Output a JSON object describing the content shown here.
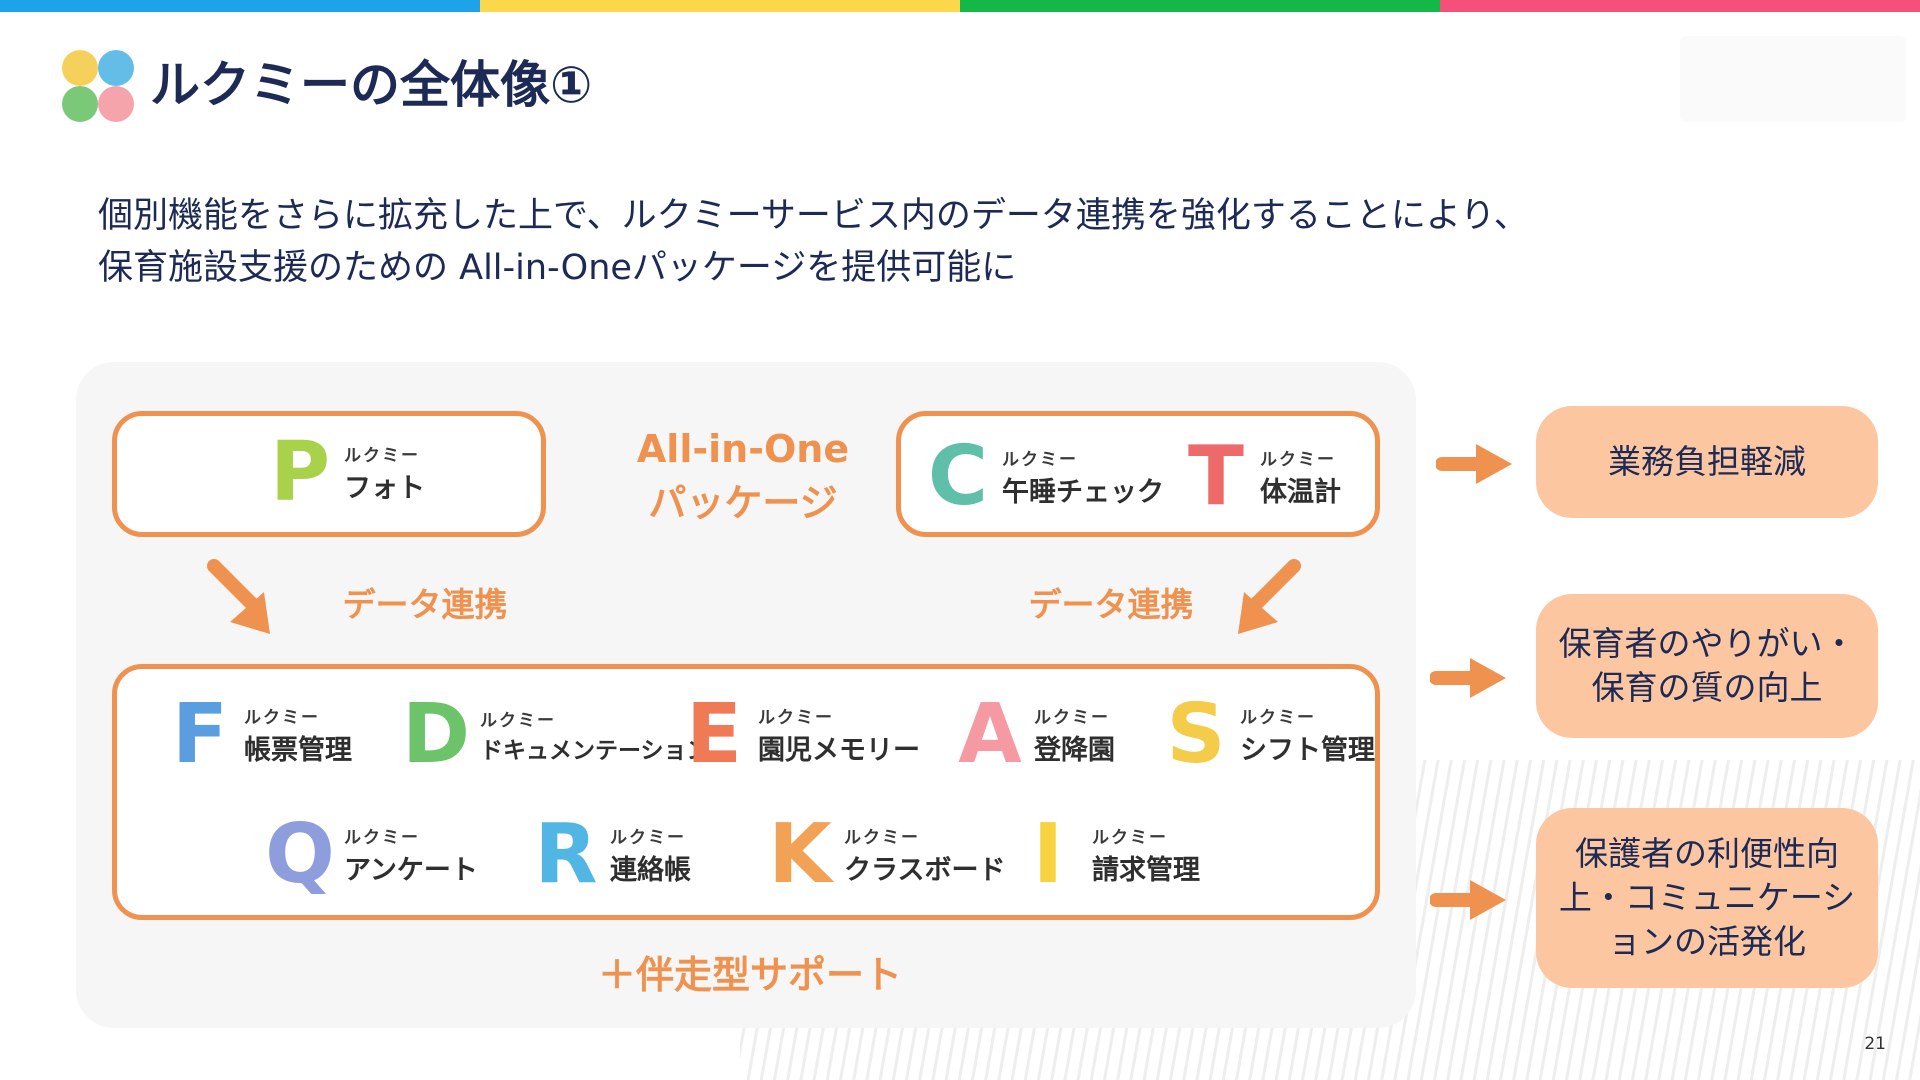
{
  "colors": {
    "stripe": [
      "#1fa3e8",
      "#fbd84a",
      "#13b847",
      "#f45079"
    ],
    "accent": "#f0924f",
    "result_box": "#fbc6a0",
    "navy": "#1c2a55"
  },
  "header": {
    "title": "ルクミーの全体像①"
  },
  "lead": {
    "line1": "個別機能をさらに拡充した上で、ルクミーサービス内のデータ連携を強化することにより、",
    "line2": "保育施設支援のための All-in-Oneパッケージを提供可能に"
  },
  "diagram": {
    "package_line1": "All-in-One",
    "package_line2": "パッケージ",
    "link_left": "データ連携",
    "link_right": "データ連携",
    "support": "＋伴走型サポート",
    "brand_small": "ルクミー",
    "top_left": [
      {
        "letter": "P",
        "name": "フォト",
        "color": "#a8d24a"
      }
    ],
    "top_right": [
      {
        "letter": "C",
        "name": "午睡チェック",
        "color": "#5fbfa8"
      },
      {
        "letter": "T",
        "name": "体温計",
        "color": "#ee6a6a"
      }
    ],
    "bottom_row1": [
      {
        "letter": "F",
        "name": "帳票管理",
        "color": "#5b9ee0"
      },
      {
        "letter": "D",
        "name": "ドキュメンテーション",
        "color": "#6cc36a"
      },
      {
        "letter": "E",
        "name": "園児メモリー",
        "color": "#f07a56"
      },
      {
        "letter": "A",
        "name": "登降園",
        "color": "#f59aa3"
      },
      {
        "letter": "S",
        "name": "シフト管理",
        "color": "#f4cc4a"
      }
    ],
    "bottom_row2": [
      {
        "letter": "Q",
        "name": "アンケート",
        "color": "#8e9ddc"
      },
      {
        "letter": "R",
        "name": "連絡帳",
        "color": "#52b6e4"
      },
      {
        "letter": "K",
        "name": "クラスボード",
        "color": "#f2a255"
      },
      {
        "letter": "I",
        "name": "請求管理",
        "color": "#f6d33f"
      }
    ]
  },
  "results": [
    "業務負担軽減",
    "保育者のやりがい・保育の質の向上",
    "保護者の利便性向上・コミュニケーションの活発化"
  ],
  "page_number": "21"
}
